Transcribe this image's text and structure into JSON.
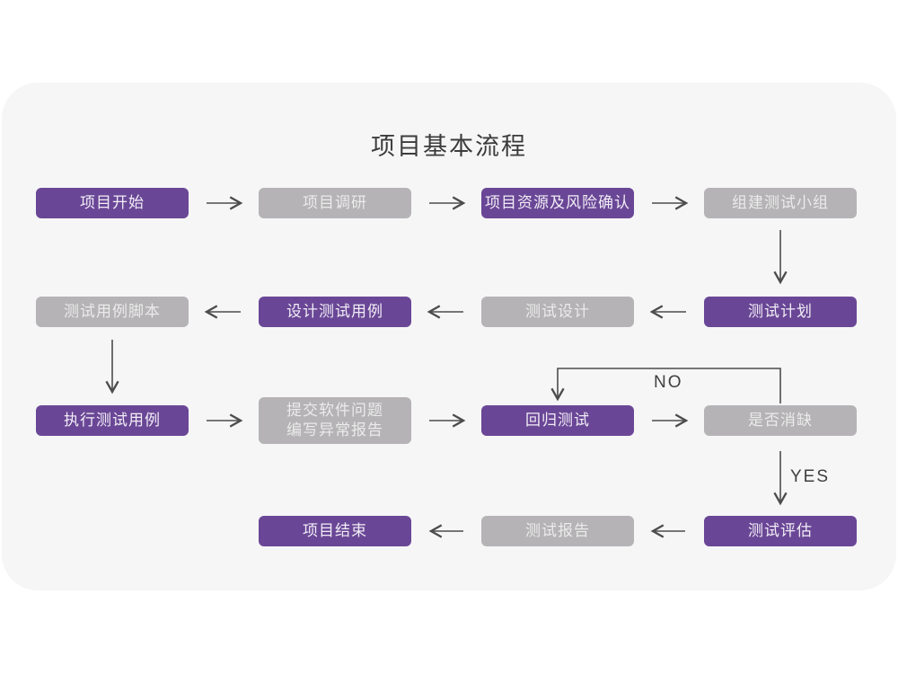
{
  "title": "项目基本流程",
  "labels": {
    "no": "NO",
    "yes": "YES"
  },
  "colors": {
    "panel_bg": "#f6f6f7",
    "node_purple": "#6a4796",
    "node_gray": "#b5b3b5",
    "text_on_purple": "#f1edf6",
    "text_on_gray": "#ebebeb",
    "arrow": "#4c4c4c",
    "title_text": "#3c3c3c"
  },
  "nodes": [
    {
      "id": "project-start",
      "label": "项目开始",
      "variant": "purple",
      "row": 1,
      "col": 1
    },
    {
      "id": "project-research",
      "label": "项目调研",
      "variant": "gray",
      "row": 1,
      "col": 2
    },
    {
      "id": "resources-risk",
      "label": "项目资源及风险确认",
      "variant": "purple",
      "row": 1,
      "col": 3
    },
    {
      "id": "build-test-team",
      "label": "组建测试小组",
      "variant": "gray",
      "row": 1,
      "col": 4
    },
    {
      "id": "test-plan",
      "label": "测试计划",
      "variant": "purple",
      "row": 2,
      "col": 4
    },
    {
      "id": "test-design",
      "label": "测试设计",
      "variant": "gray",
      "row": 2,
      "col": 3
    },
    {
      "id": "design-test-cases",
      "label": "设计测试用例",
      "variant": "purple",
      "row": 2,
      "col": 2
    },
    {
      "id": "test-case-scripts",
      "label": "测试用例脚本",
      "variant": "gray",
      "row": 2,
      "col": 1
    },
    {
      "id": "execute-test-cases",
      "label": "执行测试用例",
      "variant": "purple",
      "row": 3,
      "col": 1
    },
    {
      "id": "submit-issue-report",
      "label": "提交软件问题\n编写异常报告",
      "variant": "gray",
      "row": 3,
      "col": 2
    },
    {
      "id": "regression-test",
      "label": "回归测试",
      "variant": "purple",
      "row": 3,
      "col": 3
    },
    {
      "id": "defect-cleared",
      "label": "是否消缺",
      "variant": "gray",
      "row": 3,
      "col": 4
    },
    {
      "id": "test-evaluation",
      "label": "测试评估",
      "variant": "purple",
      "row": 4,
      "col": 4
    },
    {
      "id": "test-report",
      "label": "测试报告",
      "variant": "gray",
      "row": 4,
      "col": 3
    },
    {
      "id": "project-end",
      "label": "项目结束",
      "variant": "purple",
      "row": 4,
      "col": 2
    }
  ]
}
